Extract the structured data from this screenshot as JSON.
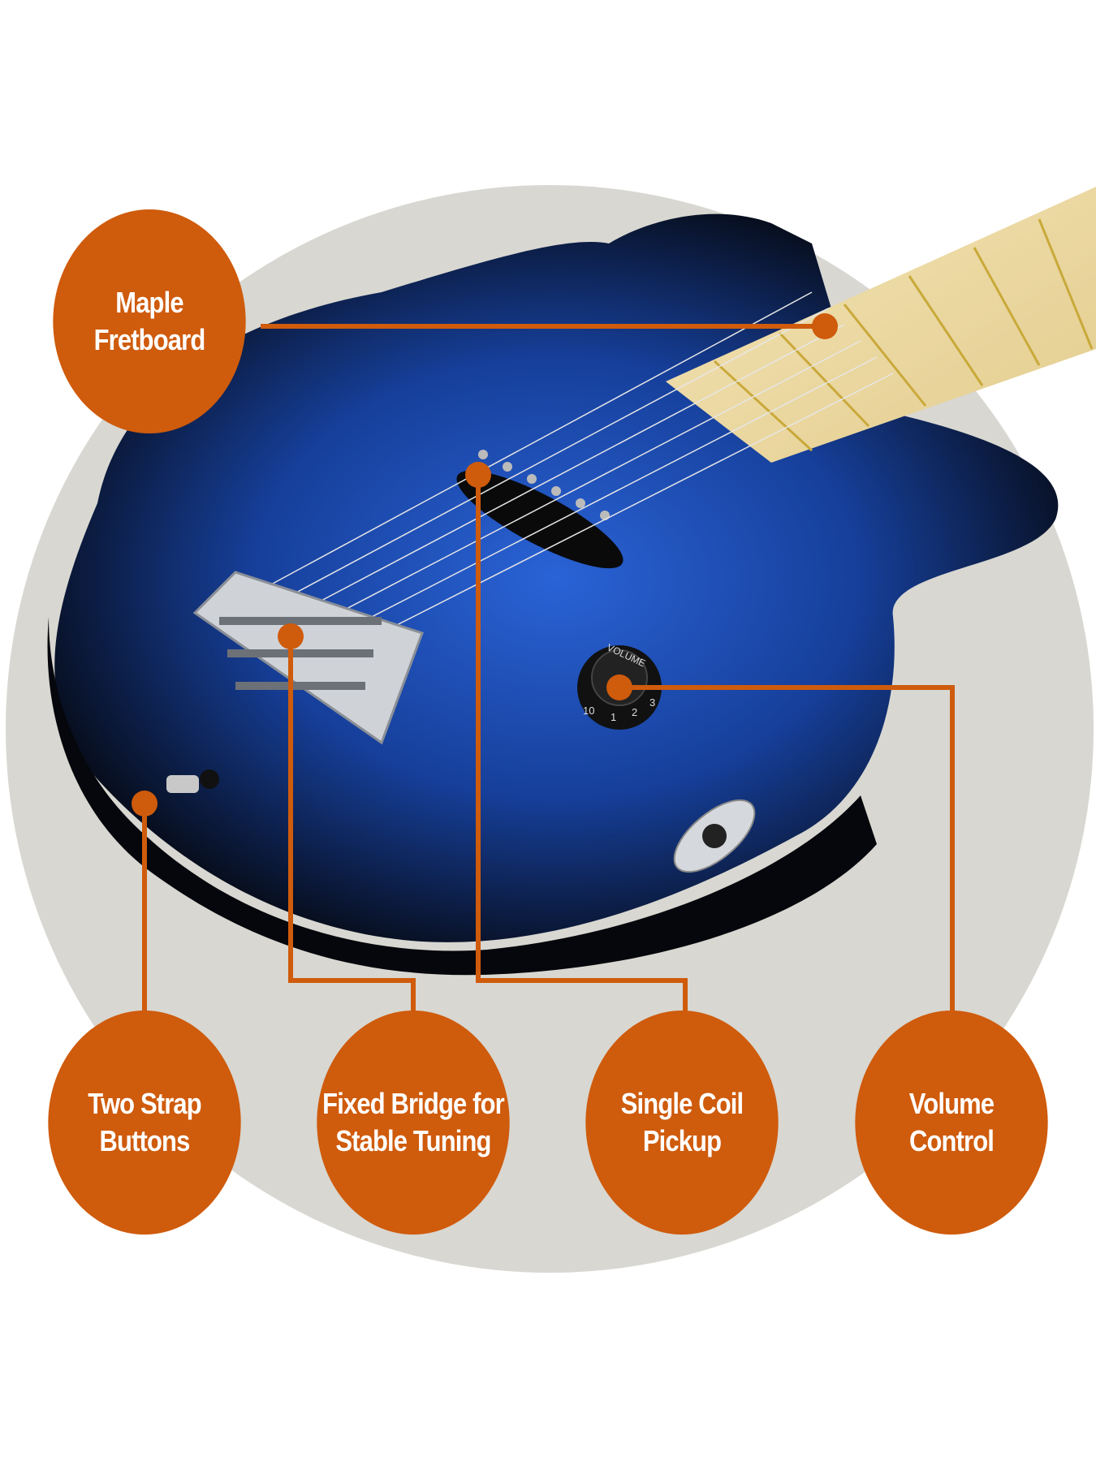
{
  "colors": {
    "accent": "#cf5b0c",
    "backdrop": "#d8d7d1",
    "body_blue": "#1f4fb8",
    "body_edge": "#0a0f1c",
    "maple": "#efdca6"
  },
  "callouts": [
    {
      "id": "maple-fretboard",
      "label": "Maple\nFretboard"
    },
    {
      "id": "strap-buttons",
      "label": "Two Strap\nButtons"
    },
    {
      "id": "fixed-bridge",
      "label": "Fixed Bridge for\nStable Tuning"
    },
    {
      "id": "single-coil-pickup",
      "label": "Single Coil\nPickup"
    },
    {
      "id": "volume-control",
      "label": "Volume\nControl"
    }
  ],
  "knob": {
    "label": "VOLUME",
    "numbers": [
      "10",
      "1",
      "2",
      "3"
    ]
  }
}
